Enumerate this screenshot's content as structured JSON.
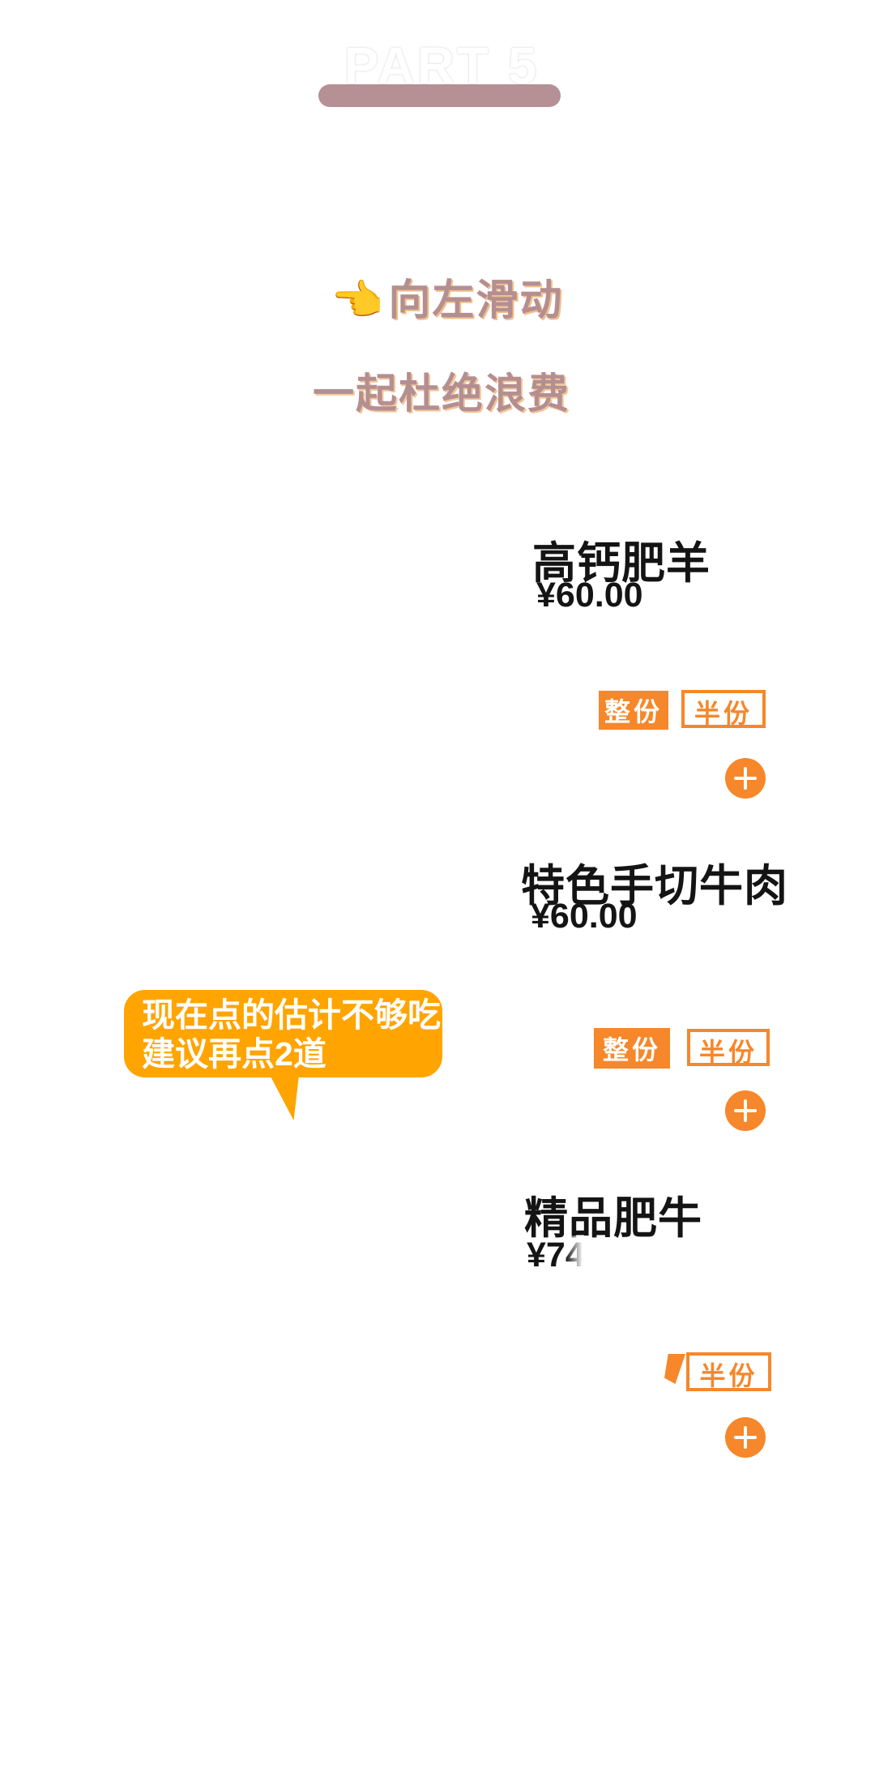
{
  "header": {
    "title": "PART 5"
  },
  "intro": {
    "swipe_hint_emoji": "👈",
    "swipe_hint_text": "向左滑动",
    "slogan": "一起杜绝浪费"
  },
  "suggestion_bubble": {
    "line1": "现在点的估计不够吃",
    "line2": "建议再点2道"
  },
  "menu_items": [
    {
      "name": "高钙肥羊",
      "price": "¥60.00",
      "portion_full_label": "整份",
      "portion_half_label": "半份"
    },
    {
      "name": "特色手切牛肉",
      "price": "¥60.00",
      "portion_full_label": "整份",
      "portion_half_label": "半份"
    },
    {
      "name": "精品肥牛",
      "price": "¥74",
      "portion_half_label": "半份"
    }
  ],
  "icons": {
    "add": "plus-icon",
    "swipe": "pointing-left-hand-icon"
  },
  "colors": {
    "accent_orange": "#F6872A",
    "bubble_orange": "#FFA400",
    "mauve_text": "#B48F91",
    "title_bar_mauve": "#B59094",
    "item_text": "#141414",
    "white": "#FFFFFF"
  }
}
